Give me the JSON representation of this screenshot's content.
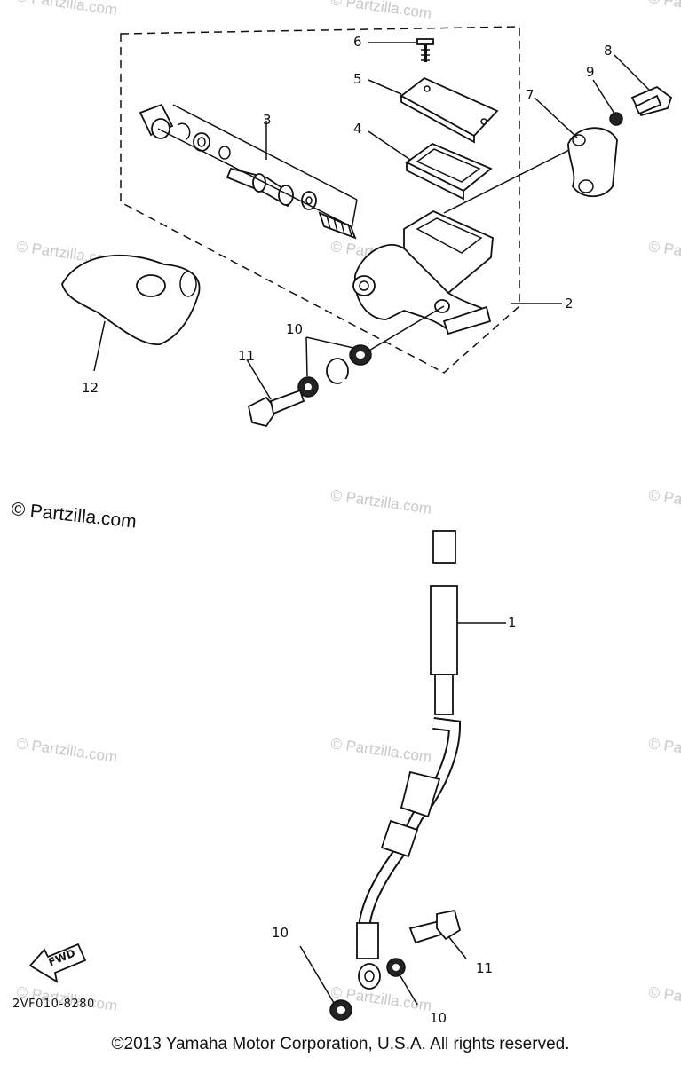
{
  "callouts": [
    "1",
    "2",
    "3",
    "4",
    "5",
    "6",
    "7",
    "8",
    "9",
    "10",
    "10",
    "10",
    "11",
    "11",
    "12"
  ],
  "watermark": "© Partzilla.com",
  "diagram_code": "2VF010-8280",
  "fwd_label": "FWD",
  "copyright": "©2013 Yamaha Motor Corporation, U.S.A. All rights reserved."
}
